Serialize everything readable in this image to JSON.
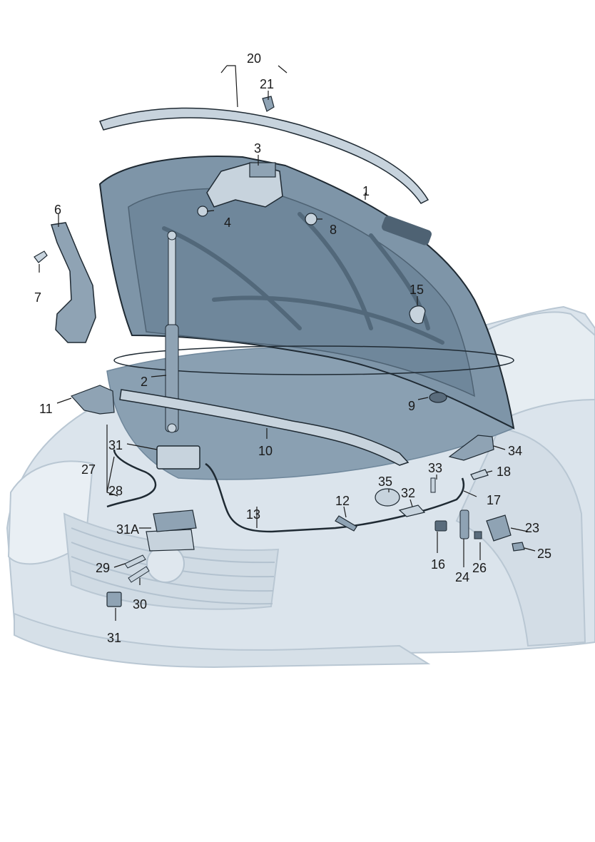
{
  "diagram": {
    "callouts": [
      {
        "id": "c1",
        "label": "1"
      },
      {
        "id": "c2",
        "label": "2"
      },
      {
        "id": "c3",
        "label": "3"
      },
      {
        "id": "c4",
        "label": "4"
      },
      {
        "id": "c6",
        "label": "6"
      },
      {
        "id": "c7",
        "label": "7"
      },
      {
        "id": "c8",
        "label": "8"
      },
      {
        "id": "c9",
        "label": "9"
      },
      {
        "id": "c10",
        "label": "10"
      },
      {
        "id": "c11",
        "label": "11"
      },
      {
        "id": "c12",
        "label": "12"
      },
      {
        "id": "c13",
        "label": "13"
      },
      {
        "id": "c15",
        "label": "15"
      },
      {
        "id": "c16",
        "label": "16"
      },
      {
        "id": "c17",
        "label": "17"
      },
      {
        "id": "c18",
        "label": "18"
      },
      {
        "id": "c20",
        "label": "20"
      },
      {
        "id": "c21",
        "label": "21"
      },
      {
        "id": "c23",
        "label": "23"
      },
      {
        "id": "c24",
        "label": "24"
      },
      {
        "id": "c25",
        "label": "25"
      },
      {
        "id": "c26",
        "label": "26"
      },
      {
        "id": "c27",
        "label": "27"
      },
      {
        "id": "c28",
        "label": "28"
      },
      {
        "id": "c29",
        "label": "29"
      },
      {
        "id": "c30",
        "label": "30"
      },
      {
        "id": "c31a",
        "label": "31"
      },
      {
        "id": "c31b",
        "label": "31"
      },
      {
        "id": "c31A",
        "label": "31A"
      },
      {
        "id": "c32",
        "label": "32"
      },
      {
        "id": "c33",
        "label": "33"
      },
      {
        "id": "c34",
        "label": "34"
      },
      {
        "id": "c35",
        "label": "35"
      }
    ],
    "colors": {
      "hood_fill": "#7e95a8",
      "hood_inner": "#6f879b",
      "car_body": "#dbe4ec",
      "car_outline": "#b9c7d3",
      "part_dark": "#5a6c7c",
      "part_mid": "#8fa3b4",
      "part_light": "#c7d3dd",
      "outline": "#1f2a33"
    }
  }
}
